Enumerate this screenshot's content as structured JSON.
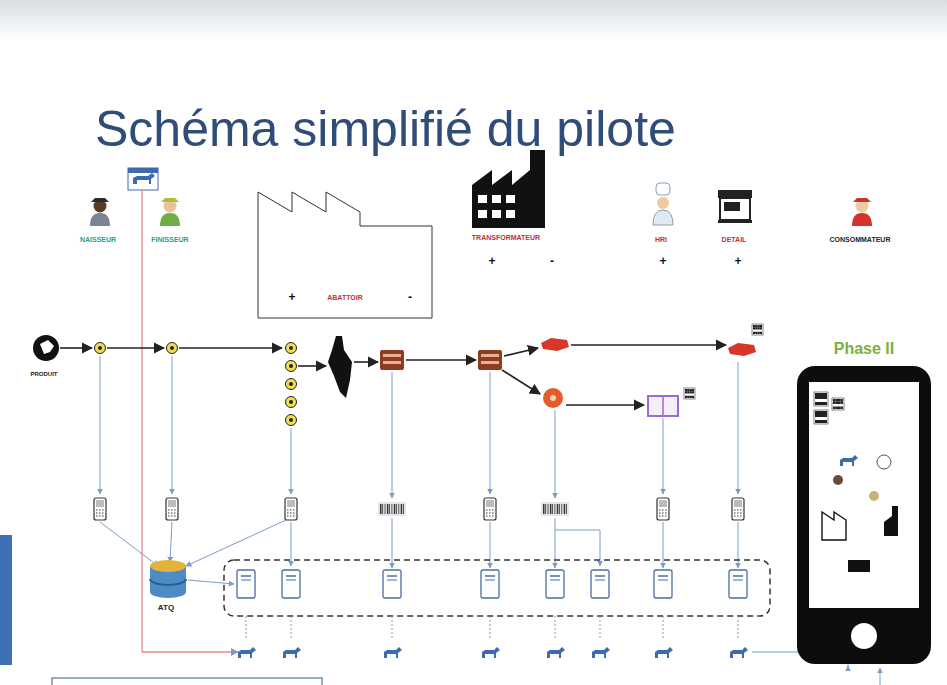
{
  "diagram": {
    "title": "Schéma simplifié du pilote",
    "nodes": [
      {
        "text": [
          "PRODUIT"
        ]
      },
      {
        "text": [
          "NAISSEUR"
        ]
      },
      {
        "text": [
          "FINISSEUR"
        ]
      },
      {
        "text": [
          "ABATTOIR"
        ]
      },
      {
        "text": [
          "TRANSFORMATEUR"
        ]
      },
      {
        "text": [
          "HRI"
        ]
      },
      {
        "text": [
          "DETAIL"
        ]
      },
      {
        "text": [
          "CONSOMMATEUR"
        ]
      },
      {
        "text": [
          "ATQ"
        ]
      },
      {
        "text": [
          "Phase II"
        ]
      }
    ],
    "labels": [
      "+",
      "-",
      "+",
      "-",
      "+",
      "+"
    ]
  }
}
